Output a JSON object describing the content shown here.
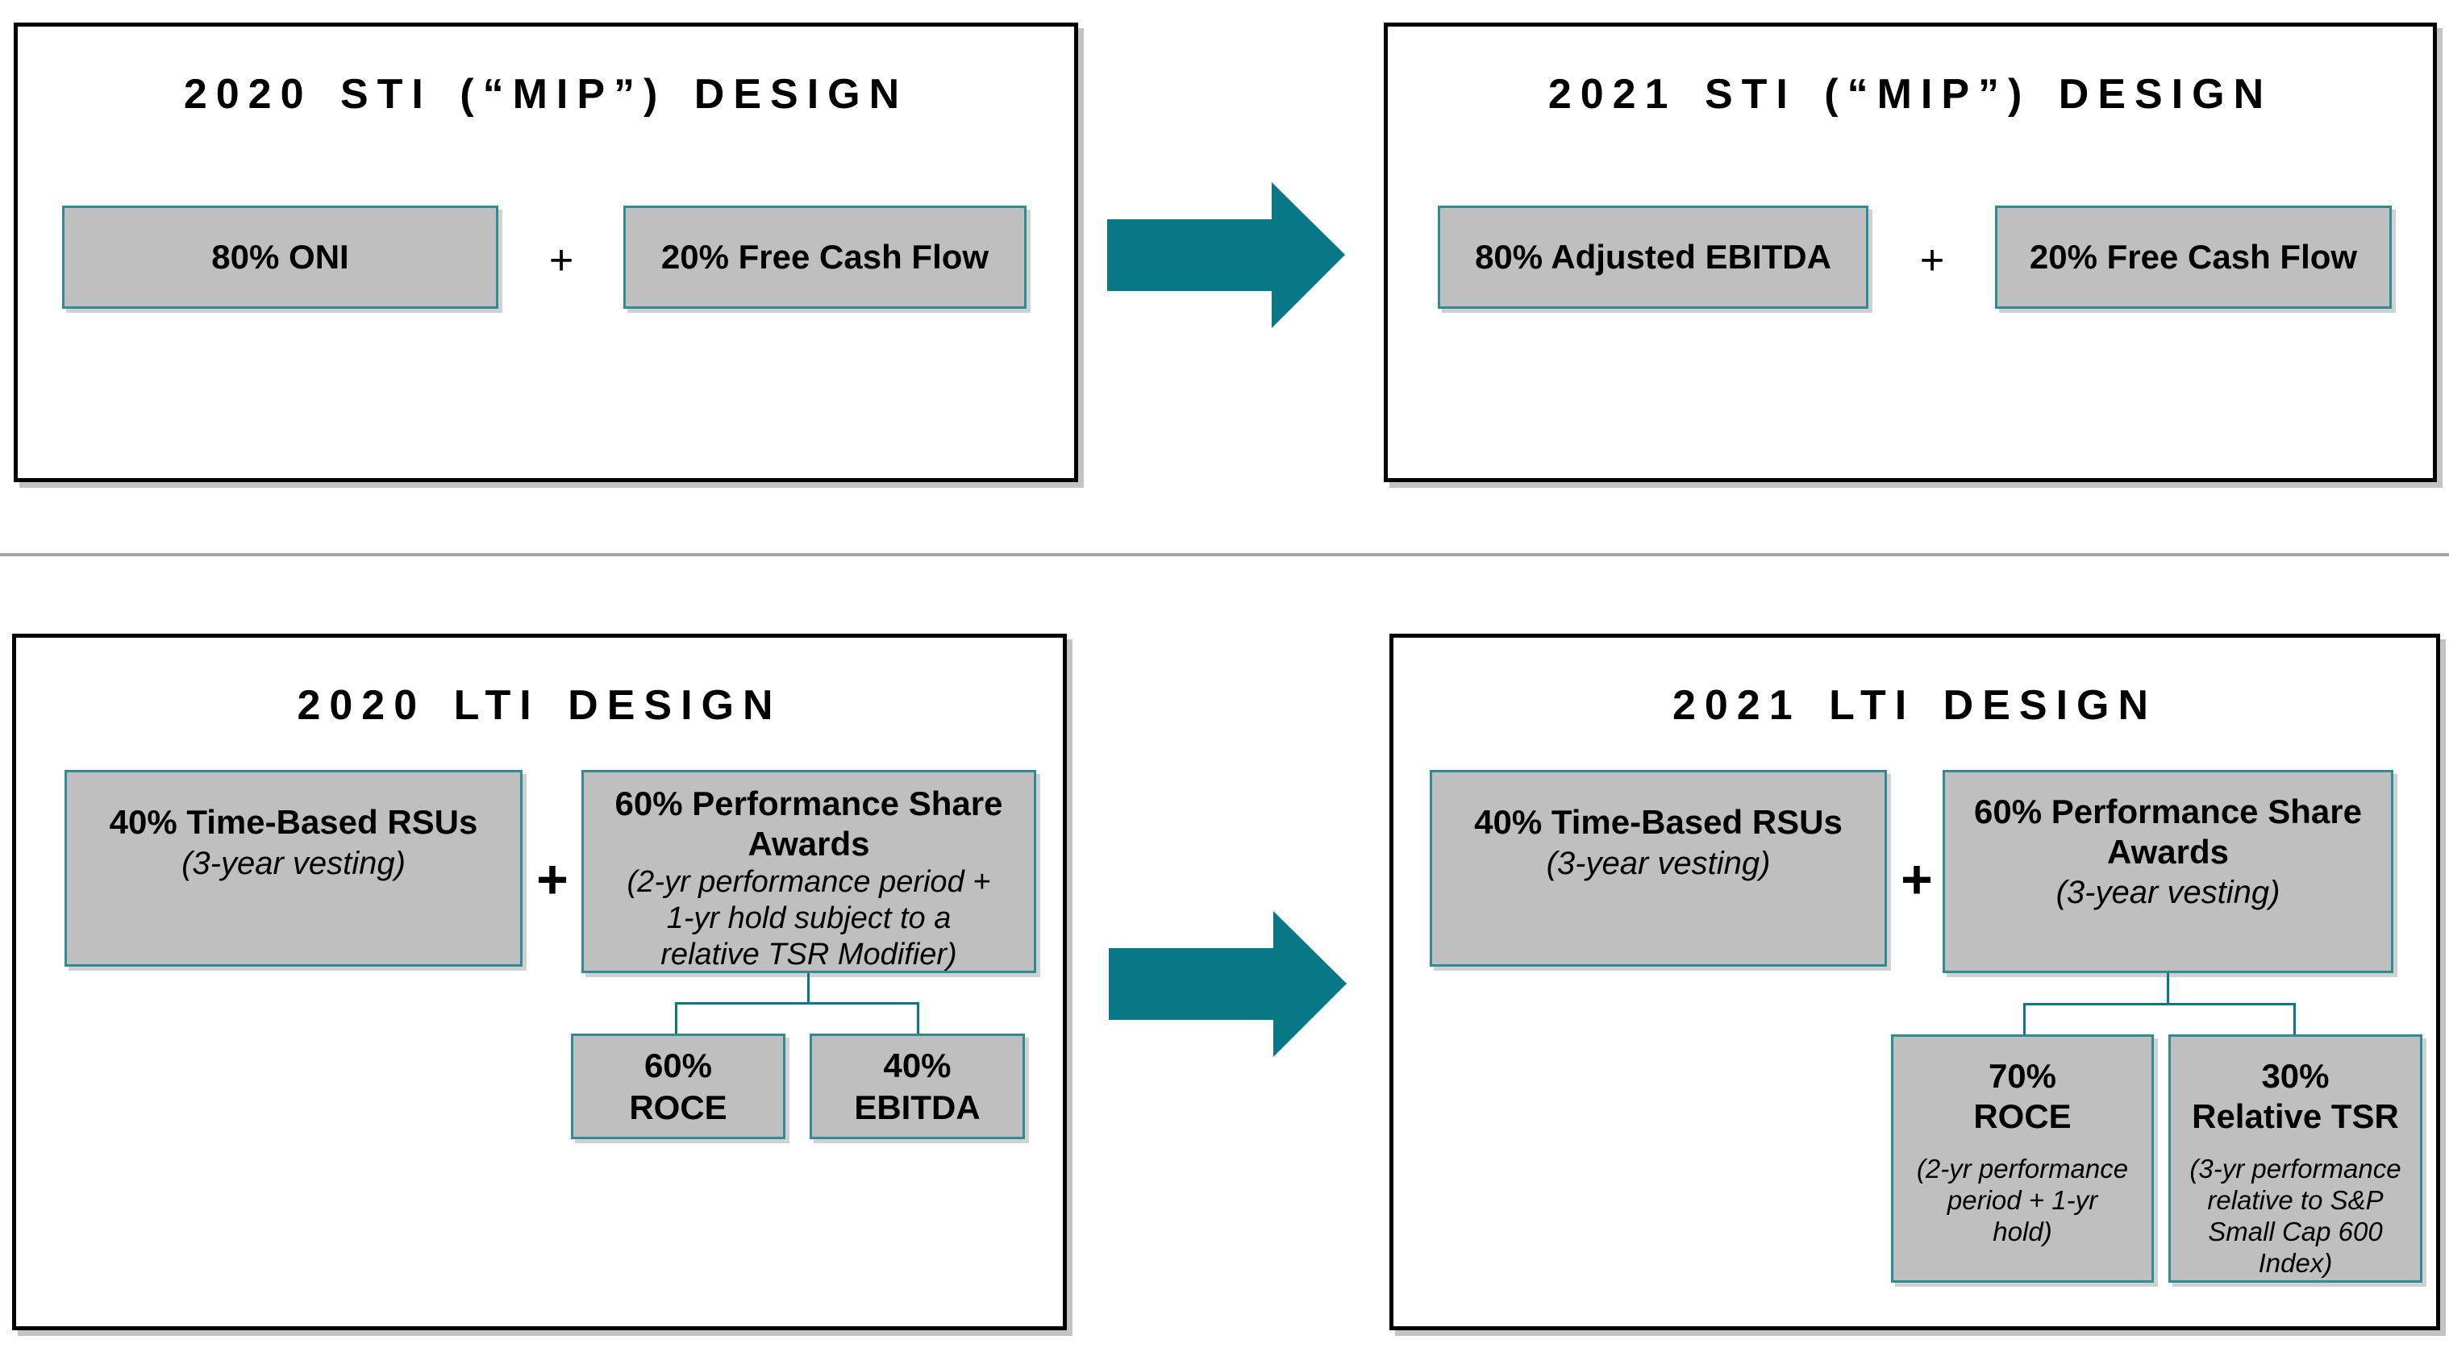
{
  "colors": {
    "teal": "#087886",
    "box-fill": "#bfbfbf",
    "box-border": "#2f8b94",
    "panel-border": "#000000",
    "divider": "#a6a6a6",
    "text": "#000000"
  },
  "icons": {
    "transition_arrow": "right-arrow"
  },
  "panels": {
    "sti_2020": {
      "title": "2020 STI (“MIP”) DESIGN",
      "box1": "80% ONI",
      "plus": "+",
      "box2": "20% Free Cash Flow"
    },
    "sti_2021": {
      "title": "2021 STI (“MIP”) DESIGN",
      "box1": "80% Adjusted EBITDA",
      "plus": "+",
      "box2": "20% Free Cash Flow"
    },
    "lti_2020": {
      "title": "2020 LTI DESIGN",
      "rsu_bold": "40% Time-Based RSUs",
      "rsu_italic": "(3-year vesting)",
      "plus": "+",
      "psa_bold": "60% Performance Share\nAwards",
      "psa_italic": "(2-yr performance period +\n1-yr hold subject to a\nrelative TSR Modifier)",
      "sub1": "60%\nROCE",
      "sub2": "40%\nEBITDA"
    },
    "lti_2021": {
      "title": "2021 LTI DESIGN",
      "rsu_bold": "40% Time-Based RSUs",
      "rsu_italic": "(3-year vesting)",
      "plus": "+",
      "psa_bold": "60% Performance Share\nAwards",
      "psa_italic": "(3-year vesting)",
      "sub1_bold": "70%\nROCE",
      "sub1_italic": "(2-yr performance\nperiod + 1-yr\nhold)",
      "sub2_bold": "30%\nRelative TSR",
      "sub2_italic": "(3-yr performance\nrelative to S&P\nSmall Cap 600\nIndex)"
    }
  }
}
